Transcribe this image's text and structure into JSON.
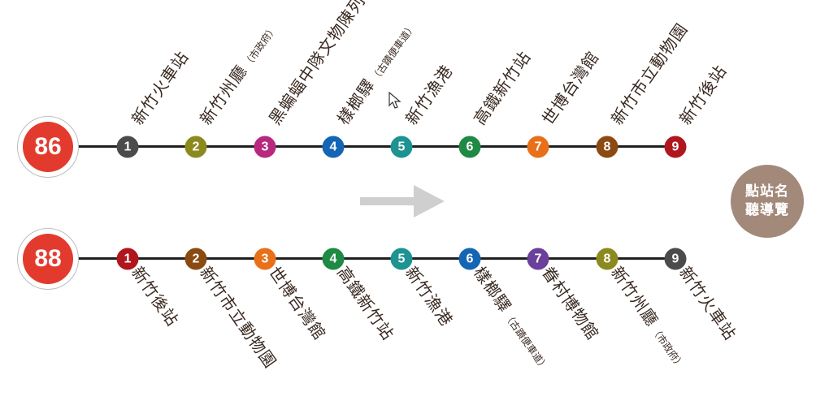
{
  "colors": {
    "route_badge": "#e23b2e",
    "line": "#1f1f1f",
    "arrow": "#cfcfcf",
    "audio_button": "#a3897a",
    "label_text": "#3a2a22"
  },
  "routes": [
    {
      "number": "86",
      "stops": [
        {
          "num": "1",
          "color": "#4b4b4b",
          "name": "新竹火車站",
          "note": ""
        },
        {
          "num": "2",
          "color": "#8c8a1e",
          "name": "新竹州廳",
          "note": "（市政府）"
        },
        {
          "num": "3",
          "color": "#b8287e",
          "name": "黑蝙蝠中隊文物陳列館",
          "note": ""
        },
        {
          "num": "4",
          "color": "#1565b5",
          "name": "樣榔驛",
          "note": "（古蹟便車道）"
        },
        {
          "num": "5",
          "color": "#1d9392",
          "name": "新竹漁港",
          "note": ""
        },
        {
          "num": "6",
          "color": "#1e8a44",
          "name": "高鐵新竹站",
          "note": ""
        },
        {
          "num": "7",
          "color": "#e8701a",
          "name": "世博台灣館",
          "note": ""
        },
        {
          "num": "8",
          "color": "#8a4a12",
          "name": "新竹市立動物園",
          "note": ""
        },
        {
          "num": "9",
          "color": "#b0161e",
          "name": "新竹後站",
          "note": ""
        }
      ]
    },
    {
      "number": "88",
      "stops": [
        {
          "num": "1",
          "color": "#b0161e",
          "name": "新竹後站",
          "note": ""
        },
        {
          "num": "2",
          "color": "#8a4a12",
          "name": "新竹市立動物園",
          "note": ""
        },
        {
          "num": "3",
          "color": "#e8701a",
          "name": "世博台灣館",
          "note": ""
        },
        {
          "num": "4",
          "color": "#1e8a44",
          "name": "高鐵新竹站",
          "note": ""
        },
        {
          "num": "5",
          "color": "#1d9392",
          "name": "新竹漁港",
          "note": ""
        },
        {
          "num": "6",
          "color": "#1565b5",
          "name": "樣榔驛",
          "note": "（古蹟便車道）"
        },
        {
          "num": "7",
          "color": "#6b3f9a",
          "name": "眷村博物館",
          "note": ""
        },
        {
          "num": "8",
          "color": "#8c8a1e",
          "name": "新竹州廳",
          "note": "（市政府）"
        },
        {
          "num": "9",
          "color": "#4b4b4b",
          "name": "新竹火車站",
          "note": ""
        }
      ]
    }
  ],
  "audio_guide": {
    "line1": "點站名",
    "line2": "聽導覽"
  },
  "icons": {
    "direction": "arrow-right-icon",
    "pointer": "cursor-pointer-icon"
  }
}
